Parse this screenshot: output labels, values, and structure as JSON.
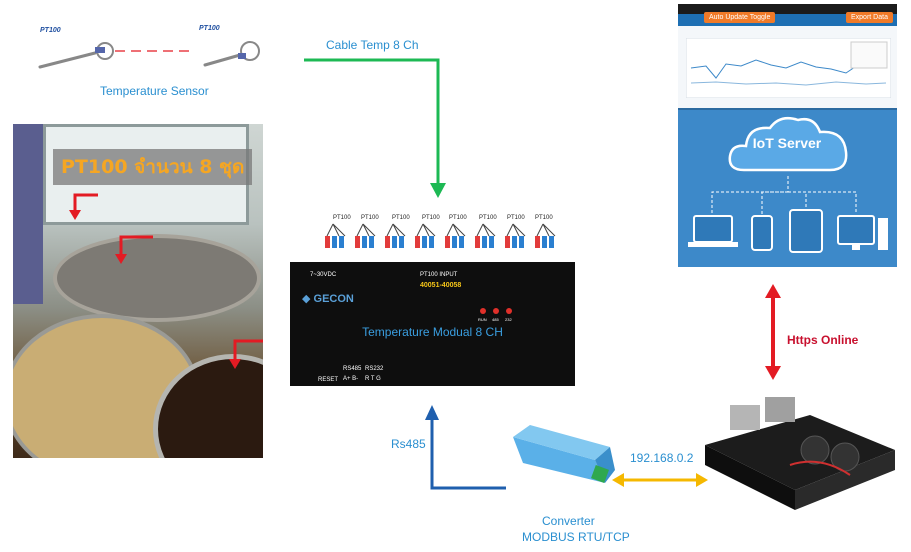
{
  "labels": {
    "temperature_sensor": "Temperature Sensor",
    "sensor_left": "PT100",
    "sensor_right": "PT100",
    "cable_temp": "Cable Temp 8 Ch",
    "photo_title": "PT100 จำนวน 8 ชุด",
    "module_title": "Temperature Modual 8 CH",
    "module_brand": "GECON",
    "module_input": "PT100 INPUT",
    "module_address": "40051-40058",
    "module_power": "7~30VDC",
    "module_reset": "RESET",
    "module_rs485": "RS485",
    "module_rs485_pins": "A+  B-",
    "module_rs232": "RS232",
    "module_rs232_pins": "R  T  G",
    "module_led_run": "RUN",
    "module_led_485": "485",
    "module_led_232": "232",
    "rs485": "Rs485",
    "ip": "192.168.0.2",
    "converter_line1": "Converter",
    "converter_line2": "MODBUS RTU/TCP",
    "https": "Https Online",
    "iot_server": "IoT Server",
    "auto_update": "Auto Update Toggle",
    "export_data": "Export Data"
  },
  "probe_labels": [
    "PT100",
    "PT100",
    "PT100",
    "PT100",
    "PT100",
    "PT100",
    "PT100",
    "PT100"
  ],
  "colors": {
    "green_arrow": "#1db954",
    "blue_arrow": "#1f5fae",
    "red_arrow": "#e31b23",
    "yellow_arrow": "#f5b800",
    "iot_bg": "#3d89c9",
    "label_blue": "#2a8fd0"
  }
}
